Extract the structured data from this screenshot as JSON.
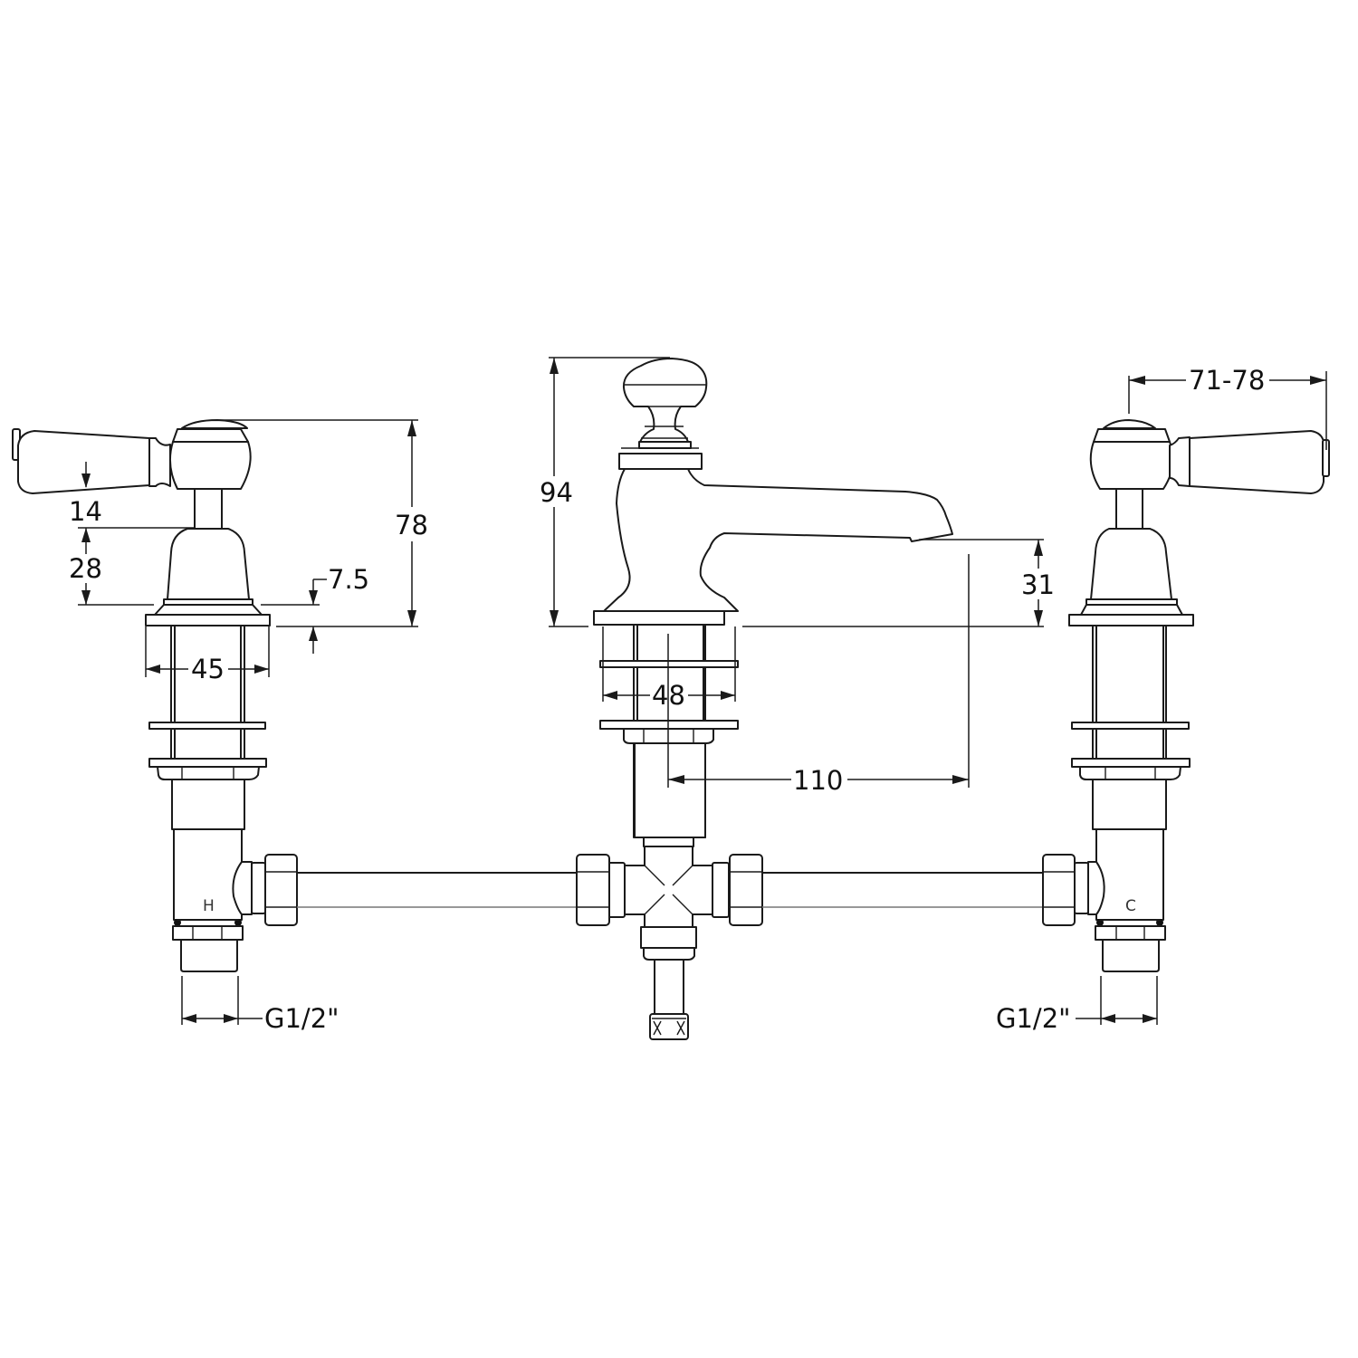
{
  "drawing": {
    "subject": "Three-hole basin mixer tap technical drawing",
    "colors": {
      "line": "#1a1a1a",
      "background": "#ffffff"
    },
    "units": "mm"
  },
  "dimensions": {
    "lever_thickness": "14",
    "shroud_height": "28",
    "base_thickness": "7.5",
    "valve_total_height": "78",
    "valve_base_width": "45",
    "spout_total_height": "94",
    "spout_outlet_height": "31",
    "spout_base_width": "48",
    "spout_reach": "110",
    "lever_reach": "71-78",
    "left_inlet_thread": "G1/2\"",
    "right_inlet_thread": "G1/2\""
  },
  "labels": {
    "hot": "H",
    "cold": "C"
  }
}
